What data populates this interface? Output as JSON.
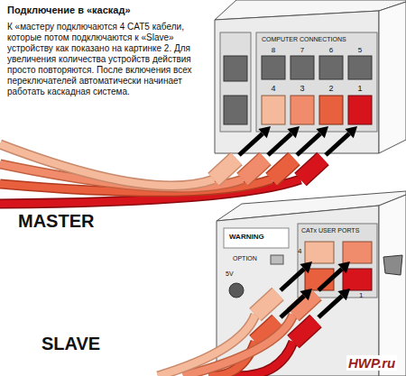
{
  "diagram": {
    "title": "Подключение в «каскад»",
    "labels": [
      "К «мастеру подключаются 4 CAT5 кабели, которые потом подключаются к «Slave» устройству как показано на картинке 2. Для увеличения количества устройств действия просто повторяются. После включения всех переключателей автоматически начинает работать каскадная система.",
      "MASTER",
      "SLAVE",
      "COMPUTER CONNECTIONS",
      "8",
      "7",
      "6",
      "5",
      "4",
      "3",
      "2",
      "1",
      "WARNING",
      "OPTION",
      "5V",
      "CATx USER PORTS",
      "4",
      "1",
      "HWP.ru"
    ]
  }
}
